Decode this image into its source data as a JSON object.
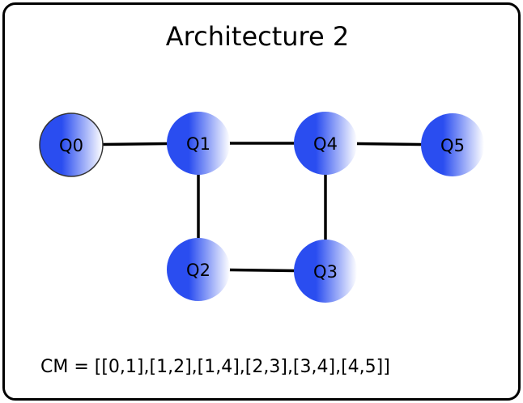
{
  "title": "Architecture 2",
  "coupling_map_text": "CM = [[0,1],[1,2],[1,4],[2,3],[3,4],[4,5]]",
  "colors": {
    "node_dark": "#2a4df0",
    "node_light": "#ffffff",
    "edge": "#000000",
    "border": "#000000"
  },
  "nodes": [
    {
      "id": 0,
      "label": "Q0"
    },
    {
      "id": 1,
      "label": "Q1"
    },
    {
      "id": 2,
      "label": "Q2"
    },
    {
      "id": 3,
      "label": "Q3"
    },
    {
      "id": 4,
      "label": "Q4"
    },
    {
      "id": 5,
      "label": "Q5"
    }
  ],
  "edges": [
    [
      0,
      1
    ],
    [
      1,
      2
    ],
    [
      1,
      4
    ],
    [
      2,
      3
    ],
    [
      3,
      4
    ],
    [
      4,
      5
    ]
  ]
}
